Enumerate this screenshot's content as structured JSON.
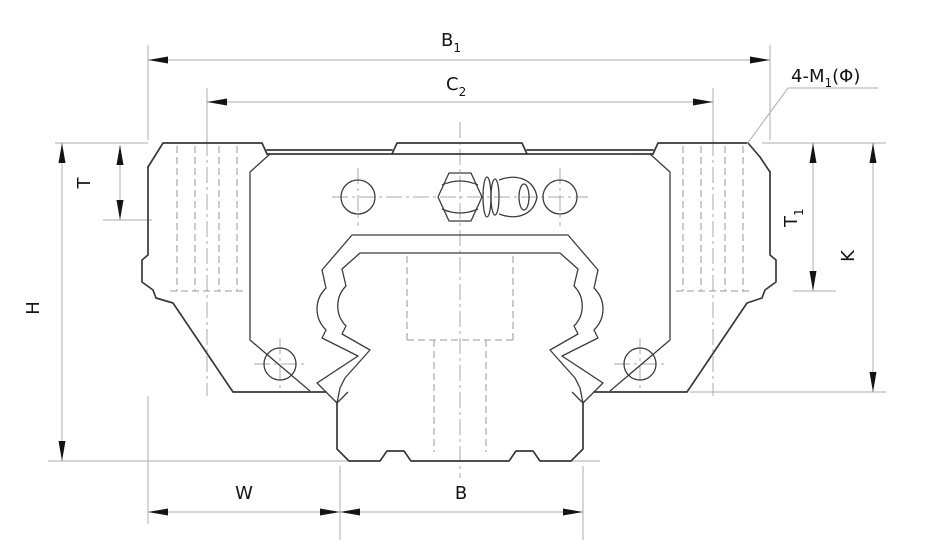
{
  "drawing": {
    "type": "linear-guide-block-cross-section",
    "labels": {
      "b1": {
        "main": "B",
        "sub": "1"
      },
      "c2": {
        "main": "C",
        "sub": "2"
      },
      "thread_note": {
        "prefix": "4-M",
        "sub": "1",
        "suffix": "(Φ)"
      },
      "t": "T",
      "t1": {
        "main": "T",
        "sub": "1"
      },
      "k": "K",
      "h": "H",
      "w": "W",
      "b": "B"
    },
    "colors": {
      "outline": "#383838",
      "dimension_lines": "#adadad",
      "hidden_lines": "#9a9a9a",
      "arrows_text": "#141414",
      "background": "#ffffff"
    }
  }
}
